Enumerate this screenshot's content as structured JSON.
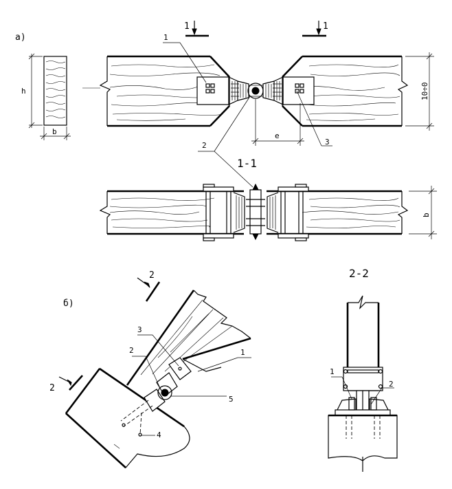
{
  "views": {
    "a": {
      "label": "a)"
    },
    "b": {
      "label": "б)"
    }
  },
  "sections": {
    "s11": "1-1",
    "s22": "2-2",
    "mark1": "1",
    "mark2": "2"
  },
  "dimensions": {
    "h": "h",
    "b": "b",
    "e": "e",
    "d_right": "10÷0",
    "b_right": "b"
  },
  "callouts": {
    "c1": "1",
    "c2": "2",
    "c3": "3",
    "c4": "4",
    "c5": "5"
  }
}
